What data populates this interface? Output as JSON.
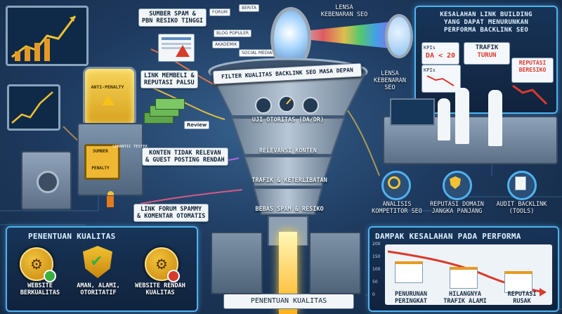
{
  "header_left": {
    "label_1": "SUMBER SPAM &\nPBN RESIKO TINGGI",
    "tags": [
      "FORUM",
      "BERITA",
      "BLOG POPULER",
      "AKADEMIK",
      "SOCIAL MEDIA"
    ],
    "label_2": "LINK MEMBELI &\nREPUTASI PALSU",
    "label_3": "KONTEN TIDAK RELEVAN\n& GUEST POSTING RENDAH",
    "label_4": "LINK FORUM SPAMMY\n& KOMENTAR OTOMATIS",
    "review_tag": "Review"
  },
  "machine": {
    "anti_penalty": "ANTI-PENALTY",
    "semantic_tester": "SEMANTIC TESTER",
    "penalty": "PENALTY",
    "sumber": "SUMBER"
  },
  "funnel": {
    "title": "FILTER KUALITAS BACKLINK SEO MASA DEPAN",
    "stage_1": "UJI OTORITAS (DA/DR)",
    "stage_2": "RELEVANSI KONTEN",
    "stage_3": "TRAFIK & KETERLIBATAN",
    "stage_4": "BEBAS SPAM & RESIKO"
  },
  "lens": {
    "top_label": "LENSA\nKEBENARAN SEO",
    "side_label": "LENSA\nKEBENARAN\nSEO"
  },
  "mistakes_panel": {
    "title": "KESALAHAN LINK BUILDING\nYANG DAPAT MENURUNKAN\nPERFORMA BACKLINK SEO",
    "kpi_1_head": "KPIs",
    "kpi_1_value": "DA < 20",
    "kpi_2_head": "TRAFIK",
    "kpi_2_value": "TURUN",
    "kpi_3_head": "KPIs",
    "kpi_3_value": "REPUTASI\nBERESIKO"
  },
  "tools": {
    "tool_1": "ANALISIS\nKOMPETITOR SEO",
    "tool_2": "REPUTASI DOMAIN\nJANGKA PANJANG",
    "tool_3": "AUDIT BACKLINK\n(TOOLS)"
  },
  "quality_panel": {
    "title": "PENENTUAN KUALITAS",
    "item_1": "WEBSITE\nBERKUALITAS",
    "item_2": "AMAN, ALAMI,\nOTORITATIF",
    "item_3": "WEBSITE RENDAH\nKUALITAS"
  },
  "bottom_center": {
    "label": "PENENTUAN KUALITAS"
  },
  "impact_panel": {
    "title": "DAMPAK KESALAHAN PADA PERFORMA",
    "y_ticks": [
      "200",
      "150",
      "100",
      "50",
      "0"
    ],
    "label_1": "PENURUNAN\nPERINGKAT",
    "label_2": "HILANGNYA\nTRAFIK ALAMI",
    "label_3": "REPUTASI\nRUSAK"
  },
  "colors": {
    "accent": "#4fb3f0",
    "gold": "#e7a51f",
    "danger": "#d93a2b",
    "good": "#3cae3f"
  }
}
